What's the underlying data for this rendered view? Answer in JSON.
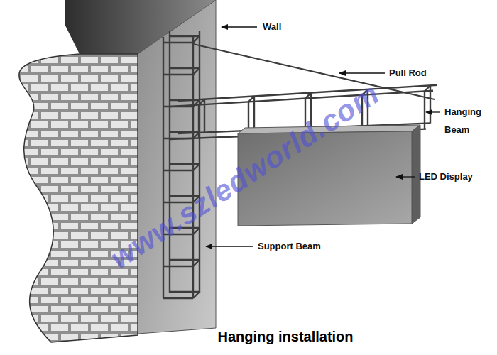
{
  "diagram": {
    "caption": "Hanging installation",
    "labels": [
      "Wall",
      "Pull Rod",
      "Hanging Beam",
      "LED Display",
      "Support Beam",
      "www.szledworld.com"
    ]
  }
}
